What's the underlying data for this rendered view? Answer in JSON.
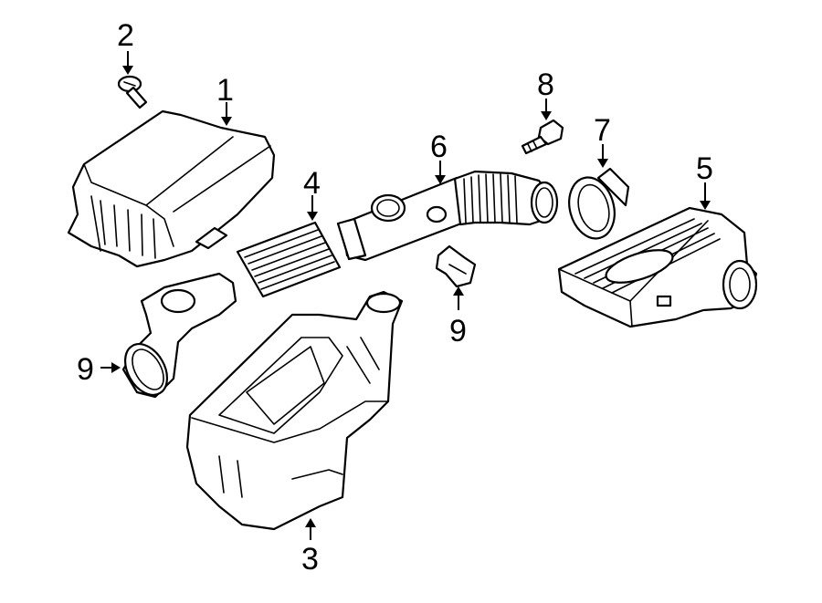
{
  "diagram": {
    "callouts": [
      {
        "id": "c2",
        "label": "2"
      },
      {
        "id": "c1",
        "label": "1"
      },
      {
        "id": "c4",
        "label": "4"
      },
      {
        "id": "c6",
        "label": "6"
      },
      {
        "id": "c8",
        "label": "8"
      },
      {
        "id": "c7",
        "label": "7"
      },
      {
        "id": "c5",
        "label": "5"
      },
      {
        "id": "c9a",
        "label": "9"
      },
      {
        "id": "c9b",
        "label": "9"
      },
      {
        "id": "c3",
        "label": "3"
      }
    ]
  }
}
